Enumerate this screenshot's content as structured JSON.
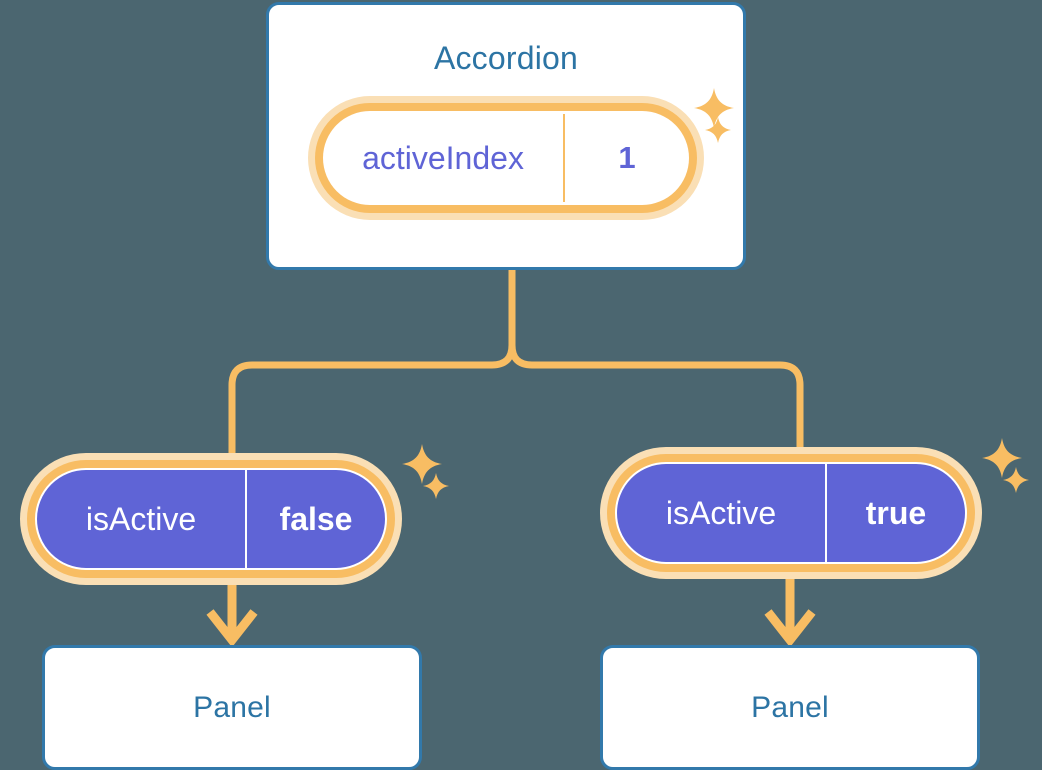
{
  "diagram": {
    "title_text": "Accordion",
    "background_color": "#4b6670",
    "accent_orange": "#f8bd63",
    "accent_halo": "#fadfb5",
    "accent_purple": "#5f64d6",
    "accent_blue": "#3279ab",
    "title_blue": "#2c74a4"
  },
  "root": {
    "component_label": "Accordion",
    "state": {
      "key": "activeIndex",
      "value": "1"
    }
  },
  "children": [
    {
      "state": {
        "key": "isActive",
        "value": "false"
      },
      "component_label": "Panel"
    },
    {
      "state": {
        "key": "isActive",
        "value": "true"
      },
      "component_label": "Panel"
    }
  ]
}
